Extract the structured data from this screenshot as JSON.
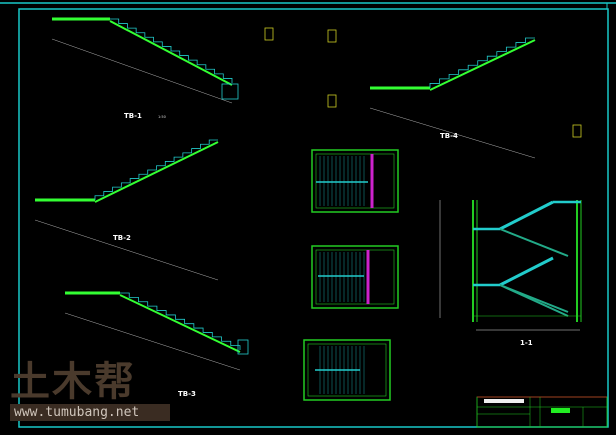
{
  "drawing": {
    "stair_labels": [
      "TB-1",
      "TB-2",
      "TB-3",
      "TB-4"
    ],
    "section_label": "1-1",
    "scale_note": "1:50"
  },
  "watermark": {
    "logo": "土木帮",
    "url": "www.tumubang.net"
  },
  "colors": {
    "background": "#000000",
    "frame": "#19c8c8",
    "slab": "#33ff33",
    "steps": "#22cccc",
    "beam": "#cc22cc",
    "dimension": "#dddddd",
    "title_block": "#22cc22",
    "title_border": "#cc2222"
  }
}
